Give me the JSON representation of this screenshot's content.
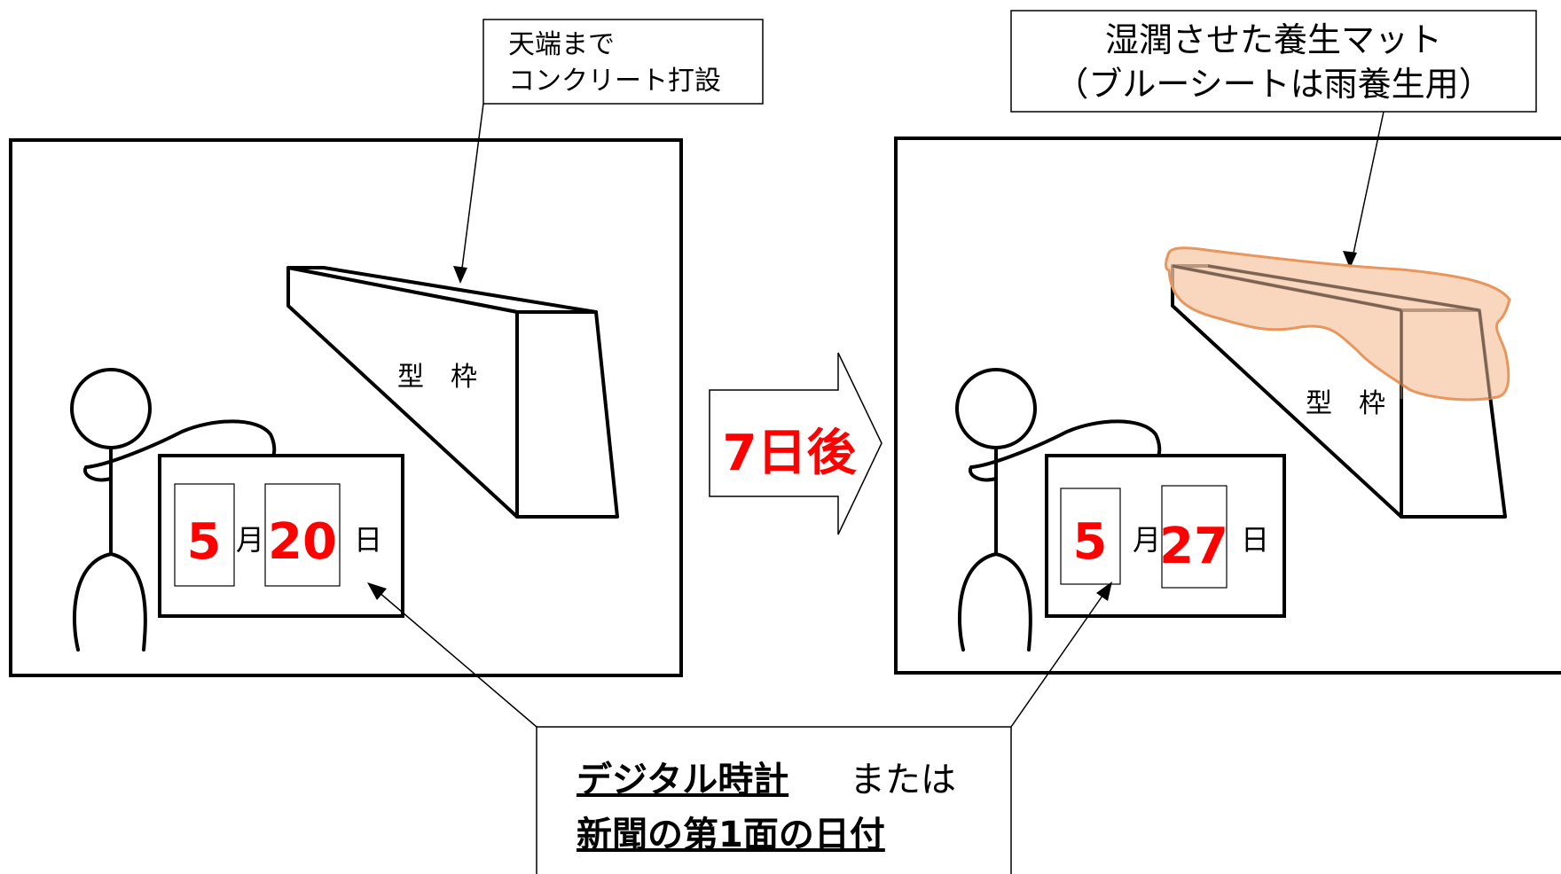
{
  "left_panel": {
    "callout_line1": "天端まで",
    "callout_line2": "コンクリート打設",
    "formwork_label": "型　枠",
    "month_value": "5",
    "month_unit": "月",
    "day_value": "20",
    "day_unit": "日"
  },
  "middle_arrow": {
    "label": "7日後"
  },
  "right_panel": {
    "callout_line1": "湿潤させた養生マット",
    "callout_line2": "（ブルーシートは雨養生用）",
    "formwork_label": "型　枠",
    "month_value": "5",
    "month_unit": "月",
    "day_value": "27",
    "day_unit": "日"
  },
  "bottom_note": {
    "line1_emph": "デジタル時計",
    "line1_rest": "または",
    "line2": "新聞の第1面の日付"
  },
  "colors": {
    "date_digits": "#ff0000",
    "curing_mat_fill": "#f6c9a8",
    "curing_mat_stroke": "#e8965c",
    "line": "#000000"
  }
}
